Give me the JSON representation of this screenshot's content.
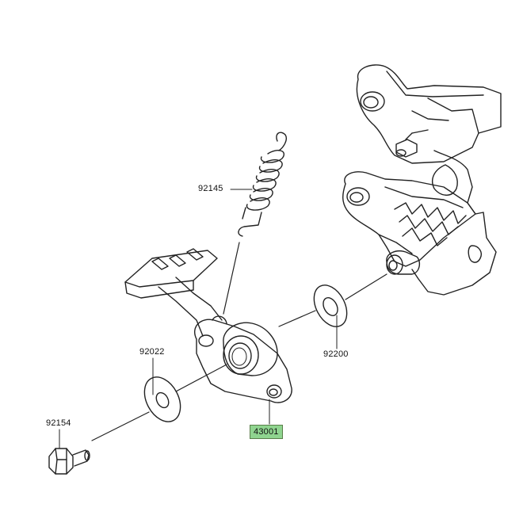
{
  "diagram": {
    "highlight_color": "#8fd48f",
    "parts": [
      {
        "number": "92145",
        "description": "spring"
      },
      {
        "number": "92022",
        "description": "washer"
      },
      {
        "number": "92154",
        "description": "bolt"
      },
      {
        "number": "92200",
        "description": "washer"
      },
      {
        "number": "43001",
        "description": "brake pedal",
        "highlighted": true
      }
    ]
  }
}
